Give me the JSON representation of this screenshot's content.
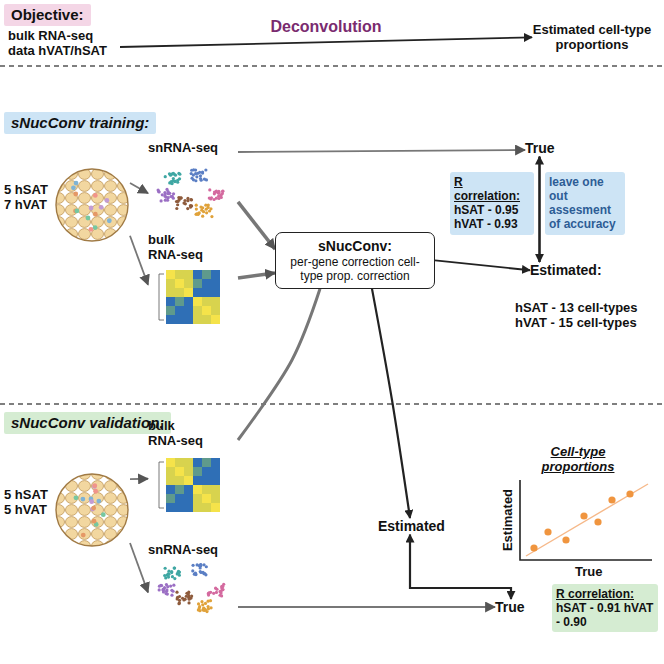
{
  "diagram": {
    "nodes": [
      {
        "text": [
          "Objective:"
        ]
      },
      {
        "text": [
          "bulk RNA-seq data hVAT/hSAT"
        ]
      },
      {
        "text": [
          "Estimated cell-type proportions"
        ]
      },
      {
        "text": [
          "sNucConv training:"
        ]
      },
      {
        "text": [
          "5 hSAT 7 hVAT"
        ]
      },
      {
        "text": [
          "snRNA-seq"
        ]
      },
      {
        "text": [
          "bulk RNA-seq"
        ]
      },
      {
        "text": [
          "sNucConv:",
          "per-gene correction cell-type prop. correction"
        ]
      },
      {
        "text": [
          "True"
        ]
      },
      {
        "text": [
          "R correlation:",
          "hSAT - 0.95 hVAT - 0.93"
        ]
      },
      {
        "text": [
          "leave one out assesment of accuracy"
        ]
      },
      {
        "text": [
          "Estimated:"
        ]
      },
      {
        "text": [
          "sNucConv validation:"
        ]
      },
      {
        "text": [
          "5 hSAT 5 hVAT"
        ]
      },
      {
        "text": [
          "bulk RNA-seq"
        ]
      },
      {
        "text": [
          "snRNA-seq"
        ]
      },
      {
        "text": [
          "Estimated"
        ]
      },
      {
        "text": [
          "True"
        ]
      },
      {
        "text": [
          "R correlation:",
          "hSAT - 0.91 hVAT - 0.90"
        ]
      }
    ],
    "edges": [
      {
        "from": 1,
        "to": 2,
        "label": "Deconvolution",
        "arrow": "to"
      },
      {
        "from": 4,
        "to": 5,
        "arrow": "to"
      },
      {
        "from": 4,
        "to": 6,
        "arrow": "to"
      },
      {
        "from": 5,
        "to": 8,
        "arrow": "to"
      },
      {
        "from": 5,
        "to": 7,
        "arrow": "to"
      },
      {
        "from": 6,
        "to": 7,
        "arrow": "to"
      },
      {
        "from": 8,
        "to": 11,
        "arrow": "both"
      },
      {
        "from": 7,
        "to": 11,
        "arrow": "to"
      },
      {
        "from": 14,
        "to": 7,
        "arrow": "none"
      },
      {
        "from": 7,
        "to": 16,
        "arrow": "to"
      },
      {
        "from": 13,
        "to": 14,
        "arrow": "to"
      },
      {
        "from": 13,
        "to": 15,
        "arrow": "to"
      },
      {
        "from": 16,
        "to": 17,
        "arrow": "both"
      },
      {
        "from": 15,
        "to": 17,
        "arrow": "to"
      }
    ],
    "labels": [
      "hSAT - 13 cell-types hVAT - 15 cell-types",
      "Cell-type proportions",
      "Estimated",
      "True"
    ]
  }
}
